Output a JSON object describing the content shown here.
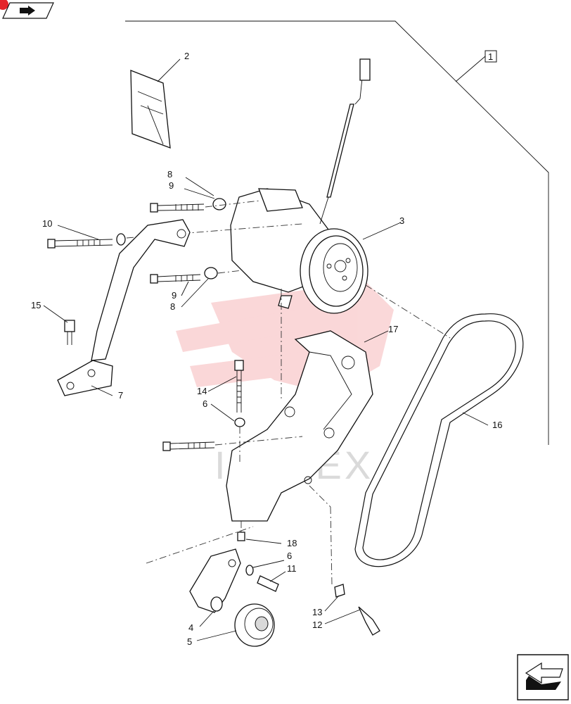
{
  "callouts": [
    {
      "id": "c1",
      "label": "1"
    },
    {
      "id": "c2",
      "label": "2"
    },
    {
      "id": "c3",
      "label": "3"
    },
    {
      "id": "c4",
      "label": "4"
    },
    {
      "id": "c5",
      "label": "5"
    },
    {
      "id": "c6a",
      "label": "6"
    },
    {
      "id": "c6b",
      "label": "6"
    },
    {
      "id": "c7",
      "label": "7"
    },
    {
      "id": "c8a",
      "label": "8"
    },
    {
      "id": "c8b",
      "label": "8"
    },
    {
      "id": "c9a",
      "label": "9"
    },
    {
      "id": "c9b",
      "label": "9"
    },
    {
      "id": "c10",
      "label": "10"
    },
    {
      "id": "c11",
      "label": "11"
    },
    {
      "id": "c12",
      "label": "12"
    },
    {
      "id": "c13",
      "label": "13"
    },
    {
      "id": "c14",
      "label": "14"
    },
    {
      "id": "c15",
      "label": "15"
    },
    {
      "id": "c16",
      "label": "16"
    },
    {
      "id": "c17",
      "label": "17"
    },
    {
      "id": "c18",
      "label": "18"
    }
  ],
  "watermark": {
    "text": "IAHTEX"
  },
  "icons": {
    "top_left": "back-arrow-icon",
    "bottom_right": "next-arrow-icon"
  },
  "colors": {
    "watermark_red": "#e4262b",
    "line": "#111111"
  }
}
